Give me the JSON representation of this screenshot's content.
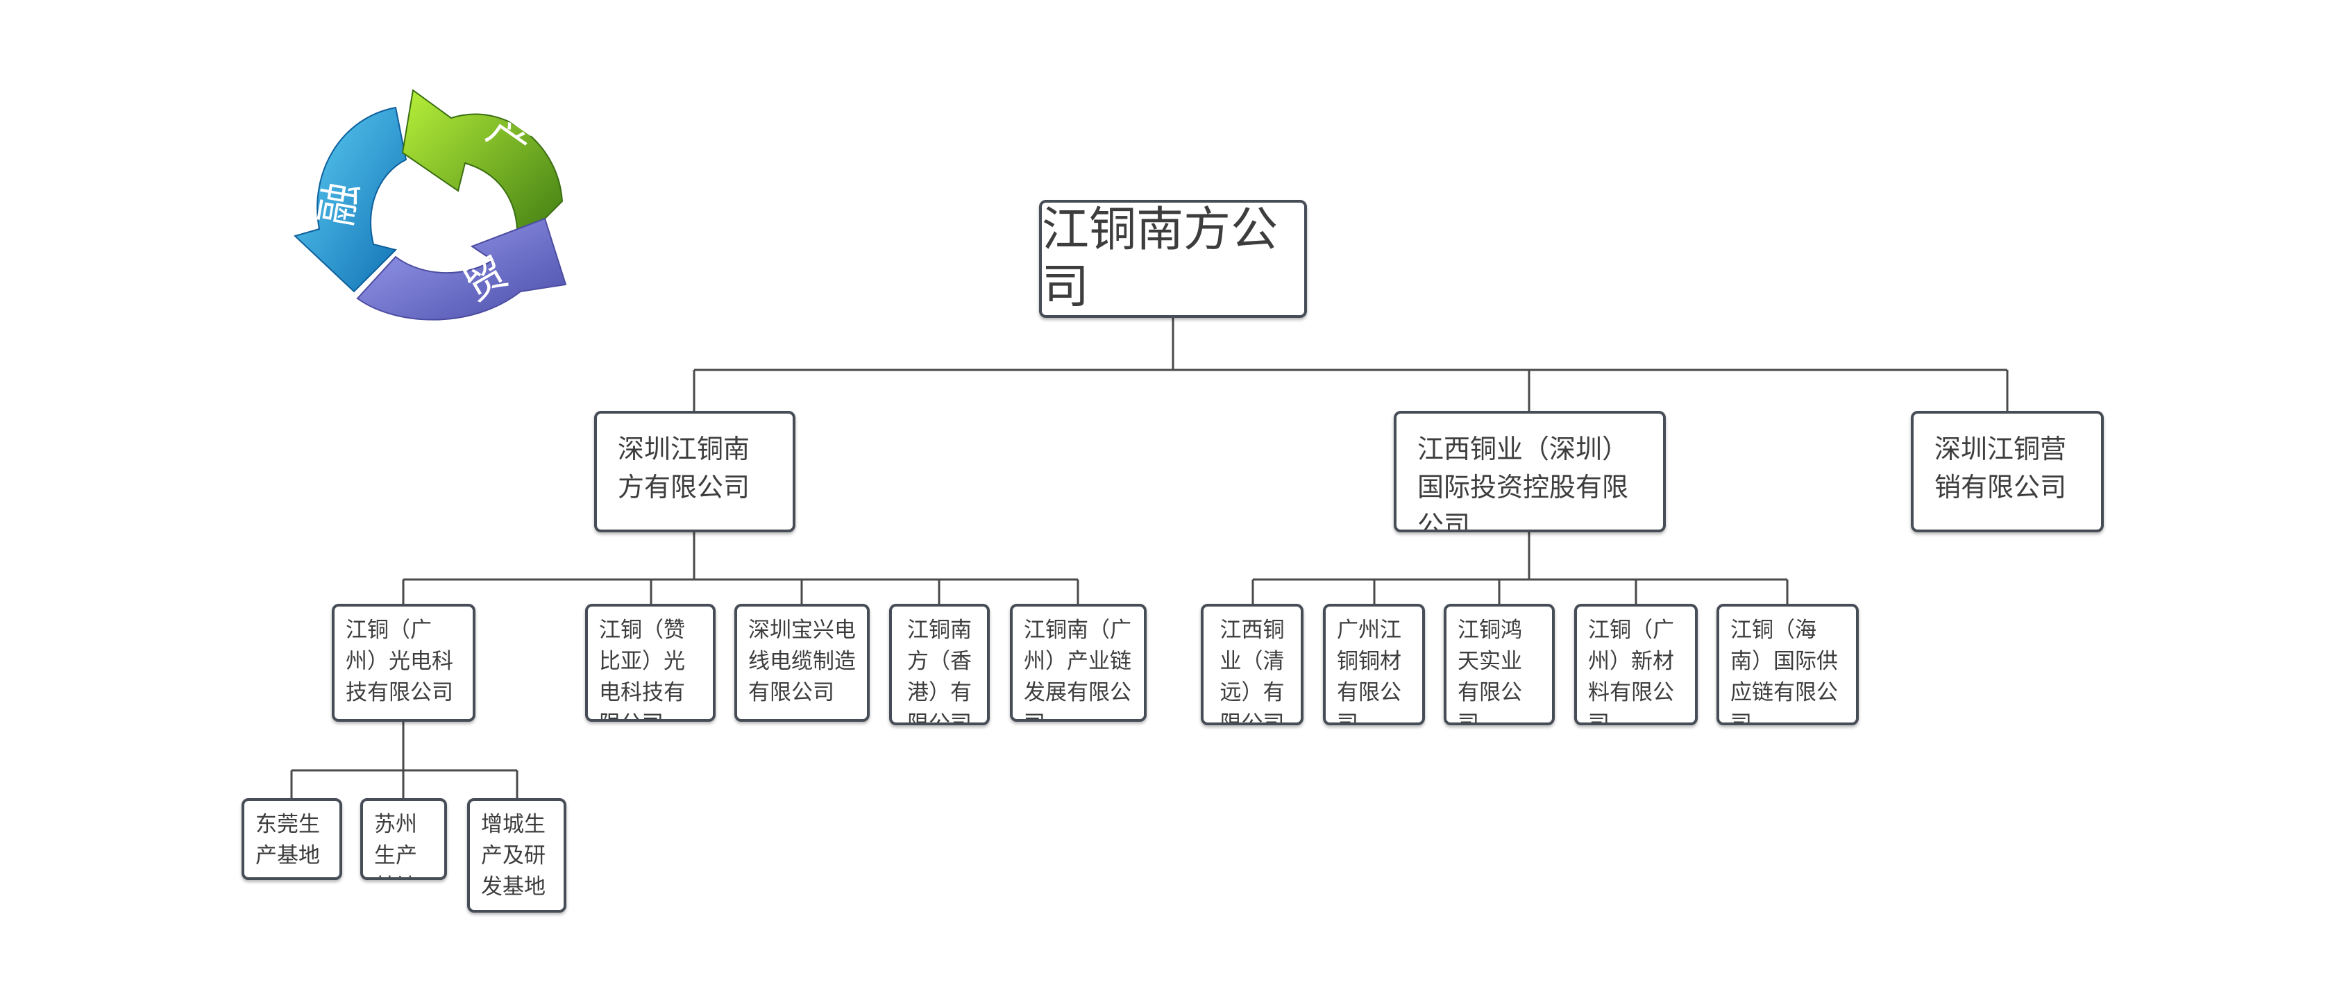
{
  "logo": {
    "glyphs": [
      "融",
      "产",
      "贸"
    ],
    "colors": {
      "blue": "#1b9fd8",
      "green": "#7cc41e",
      "purple": "#7b7ed8"
    }
  },
  "chart": {
    "root": "江铜南方公司",
    "level1": [
      "深圳江铜南方有限公司",
      "江西铜业（深圳）国际投资控股有限公司",
      "深圳江铜营销有限公司"
    ],
    "level2_a": [
      "江铜（广州）光电科技有限公司",
      "江铜（赞比亚）光电科技有限公司",
      "深圳宝兴电线电缆制造有限公司",
      "江铜南方（香港）有限公司",
      "江铜南（广州）产业链发展有限公司"
    ],
    "level2_b": [
      "江西铜业（清远）有限公司",
      "广州江铜铜材有限公司",
      "江铜鸿天实业有限公司",
      "江铜（广州）新材料有限公司",
      "江铜（海南）国际供应链有限公司"
    ],
    "level3": [
      "东莞生产基地",
      "苏州生产基地",
      "增城生产及研发基地"
    ]
  },
  "colors": {
    "border": "#474d57",
    "line": "#4a4a4a",
    "text": "#3d3d3d"
  }
}
